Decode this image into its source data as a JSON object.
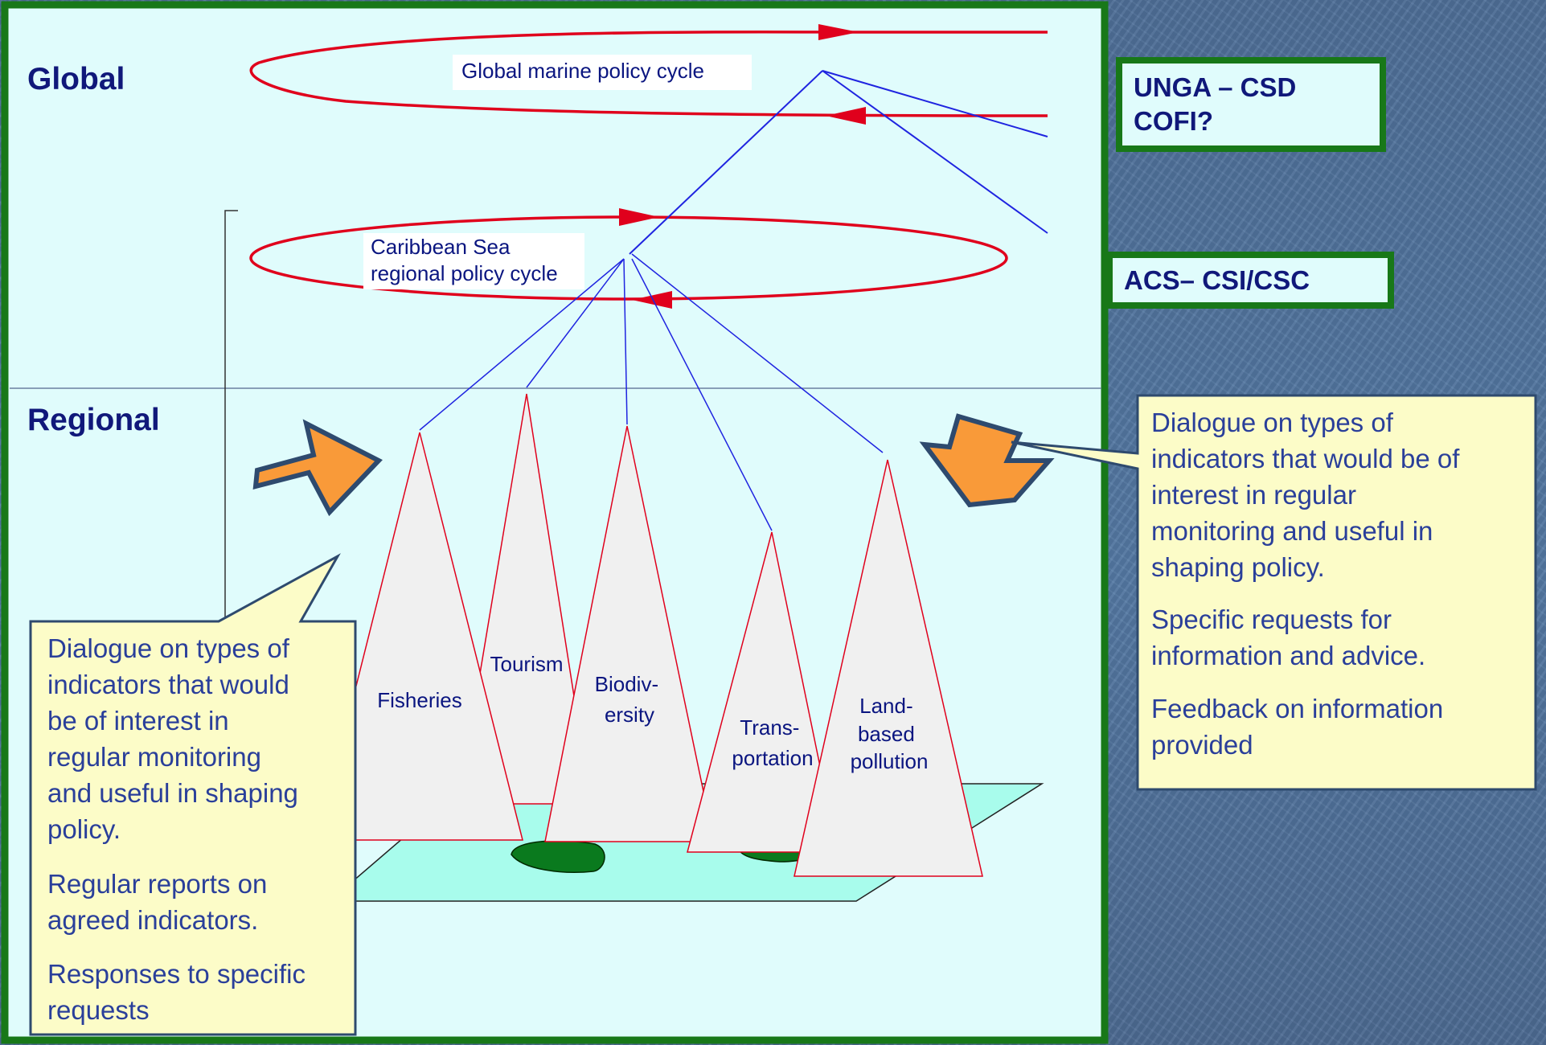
{
  "levels": {
    "global": "Global",
    "regional": "Regional"
  },
  "cycles": {
    "global": "Global marine policy cycle",
    "regional_line1": "Caribbean Sea",
    "regional_line2": "regional policy cycle"
  },
  "boxes": {
    "unga_line1": "UNGA – CSD",
    "unga_line2": "COFI?",
    "acs": "ACS– CSI/CSC"
  },
  "sectors": {
    "fisheries": [
      "Fisheries"
    ],
    "tourism": [
      "Tourism"
    ],
    "biodiversity": [
      "Biodiv-",
      "ersity"
    ],
    "transportation": [
      "Trans-",
      "portation"
    ],
    "land_based_pollution": [
      "Land-",
      "based",
      "pollution"
    ]
  },
  "callout_left": [
    [
      "Dialogue on types of",
      "indicators that would",
      "be of interest in",
      "regular monitoring",
      "and useful in shaping",
      "policy."
    ],
    [
      "Regular reports on",
      "agreed indicators."
    ],
    [
      "Responses to specific",
      "requests"
    ]
  ],
  "callout_right": [
    [
      "Dialogue on types of",
      "indicators that would be of",
      "interest in regular",
      "monitoring and useful in",
      "shaping policy."
    ],
    [
      "Specific requests for",
      "information and advice."
    ],
    [
      "Feedback on information",
      "provided"
    ]
  ],
  "colors": {
    "panel_bg": "#e0fcfc",
    "panel_border": "#187818",
    "cycle_red": "#e0001c",
    "link_blue": "#1f24e0",
    "heading_navy": "#10187a",
    "arrow_orange": "#f99a39",
    "callout_bg": "#fcfcc8",
    "sail_fill": "#f0f0f0",
    "sea": "#a8fcec",
    "island": "#0a7a1e"
  }
}
